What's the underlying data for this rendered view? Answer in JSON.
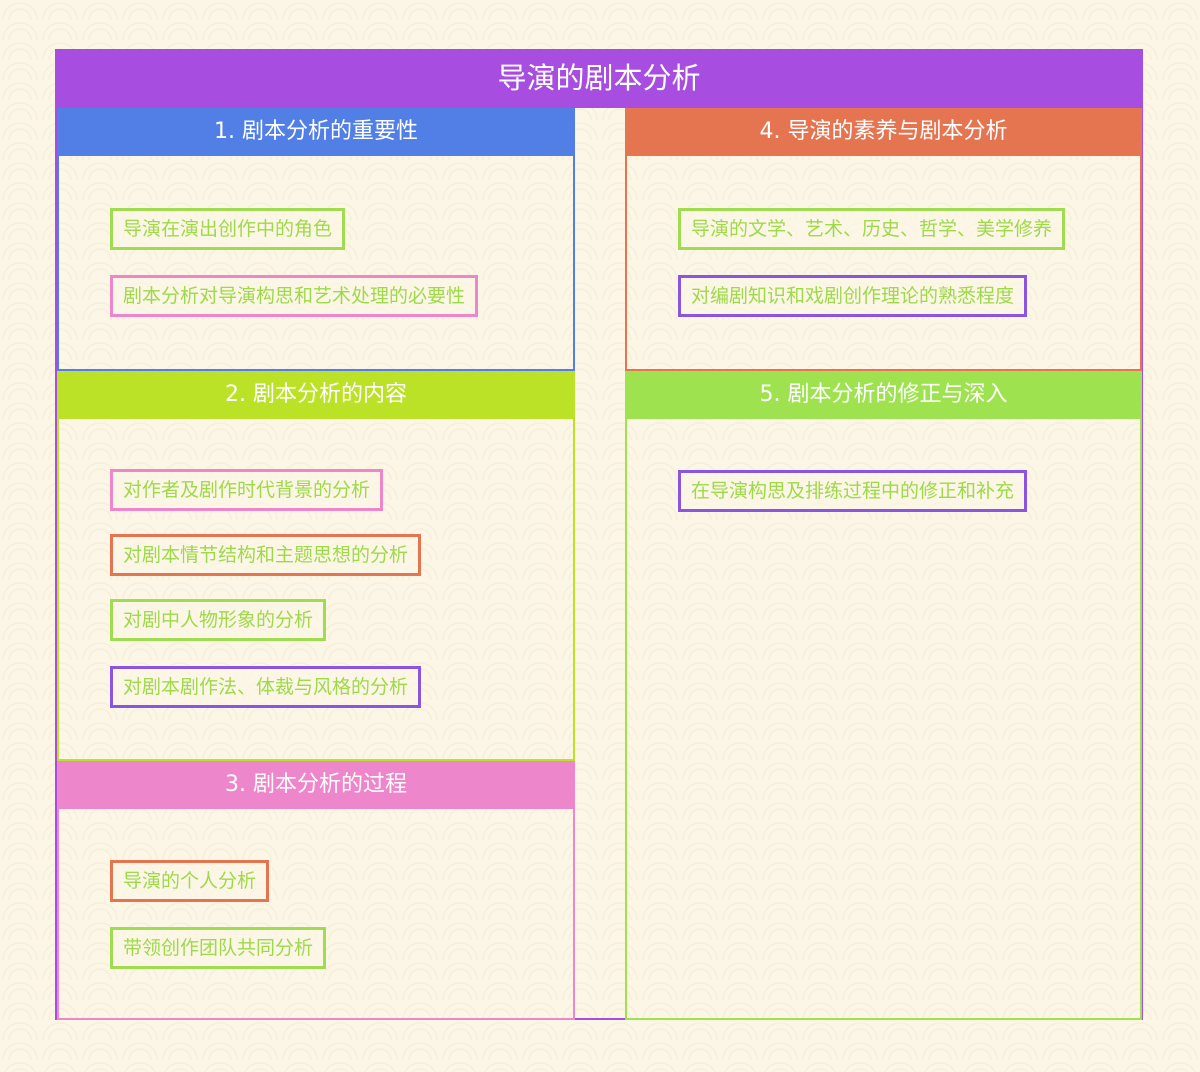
{
  "title": "导演的剧本分析",
  "colors": {
    "title_bg": "#a74de0",
    "item_text": "#9ed94a",
    "background": "#fcf6e6"
  },
  "sections": [
    {
      "header": "1. 剧本分析的重要性",
      "color": "#527fe6",
      "items": [
        {
          "label": "导演在演出创作中的角色",
          "border": "#9fdc4f"
        },
        {
          "label": "剧本分析对导演构思和艺术处理的必要性",
          "border": "#ee86cc"
        }
      ]
    },
    {
      "header": "2. 剧本分析的内容",
      "color": "#bce227",
      "items": [
        {
          "label": "对作者及剧作时代背景的分析",
          "border": "#ee86cc"
        },
        {
          "label": "对剧本情节结构和主题思想的分析",
          "border": "#e57551"
        },
        {
          "label": "对剧中人物形象的分析",
          "border": "#9fdc4f"
        },
        {
          "label": "对剧本剧作法、体裁与风格的分析",
          "border": "#8a55e0"
        }
      ]
    },
    {
      "header": "3. 剧本分析的过程",
      "color": "#ee86cc",
      "items": [
        {
          "label": "导演的个人分析",
          "border": "#e57551"
        },
        {
          "label": "带领创作团队共同分析",
          "border": "#9fdc4f"
        }
      ]
    },
    {
      "header": "4. 导演的素养与剧本分析",
      "color": "#e57551",
      "items": [
        {
          "label": "导演的文学、艺术、历史、哲学、美学修养",
          "border": "#9fdc4f"
        },
        {
          "label": "对编剧知识和戏剧创作理论的熟悉程度",
          "border": "#8a55e0"
        }
      ]
    },
    {
      "header": "5. 剧本分析的修正与深入",
      "color": "#9ee34f",
      "items": [
        {
          "label": "在导演构思及排练过程中的修正和补充",
          "border": "#8a55e0"
        }
      ]
    }
  ]
}
